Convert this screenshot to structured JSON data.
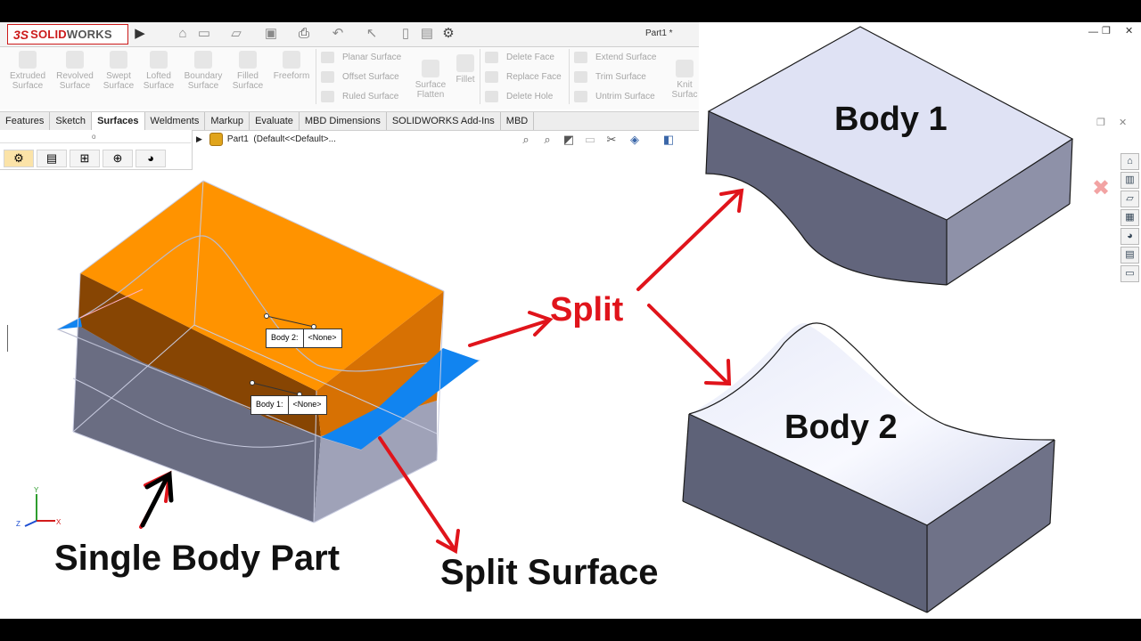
{
  "app": {
    "brand_ds": "3S",
    "brand_solid": "SOLID",
    "brand_works": "WORKS",
    "doc_title": "Part1 *"
  },
  "command_manager": {
    "big_buttons": [
      {
        "label": "Extruded Surface"
      },
      {
        "label": "Revolved Surface"
      },
      {
        "label": "Swept Surface"
      },
      {
        "label": "Lofted Surface"
      },
      {
        "label": "Boundary Surface"
      },
      {
        "label": "Filled Surface"
      },
      {
        "label": "Freeform"
      }
    ],
    "col1": [
      "Planar Surface",
      "Offset Surface",
      "Ruled Surface"
    ],
    "surface_flatten": "Surface Flatten",
    "fillet": "Fillet",
    "col2": [
      "Delete Face",
      "Replace Face",
      "Delete Hole"
    ],
    "col3": [
      "Extend Surface",
      "Trim Surface",
      "Untrim Surface"
    ],
    "knit": "Knit Surfac"
  },
  "tabs": [
    "Features",
    "Sketch",
    "Surfaces",
    "Weldments",
    "Markup",
    "Evaluate",
    "MBD Dimensions",
    "SOLIDWORKS Add-Ins",
    "MBD"
  ],
  "active_tab": "Surfaces",
  "feature_tree": {
    "part_label": "Part1",
    "config_label": "(Default<<Default>..."
  },
  "tags": {
    "body2_label": "Body 2:",
    "body2_value": "<None>",
    "body1_label": "Body 1:",
    "body1_value": "<None>"
  },
  "annotations": {
    "single_body": "Single Body Part",
    "split": "Split",
    "split_surface": "Split Surface",
    "body1": "Body 1",
    "body2": "Body 2"
  },
  "colors": {
    "top_face": "#ff9300",
    "front_face_top": "#cf6a05",
    "lower_face": "#6c6e82",
    "split_surface": "#1184f0",
    "arrow": "#e0141b",
    "body_top": "#dfe2f4",
    "body_side": "#5e6278",
    "brand_red": "#cc1b1b"
  }
}
